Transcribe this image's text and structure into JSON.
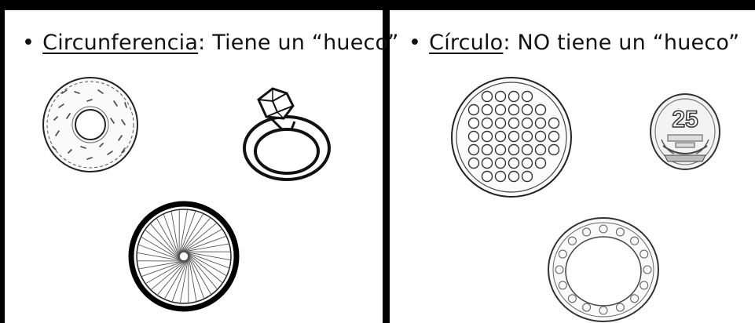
{
  "left_panel": {
    "bullet": "•",
    "term": "Circunferencia",
    "rest": ":  Tiene un “hueco”",
    "items": [
      {
        "name": "donut-icon"
      },
      {
        "name": "ring-icon"
      },
      {
        "name": "bicycle-wheel-icon"
      }
    ]
  },
  "right_panel": {
    "bullet": "•",
    "term": "Círculo",
    "rest": ": NO tiene un “hueco”",
    "items": [
      {
        "name": "pizza-icon"
      },
      {
        "name": "coin-icon"
      },
      {
        "name": "plate-icon"
      }
    ],
    "coin_text": "25"
  }
}
